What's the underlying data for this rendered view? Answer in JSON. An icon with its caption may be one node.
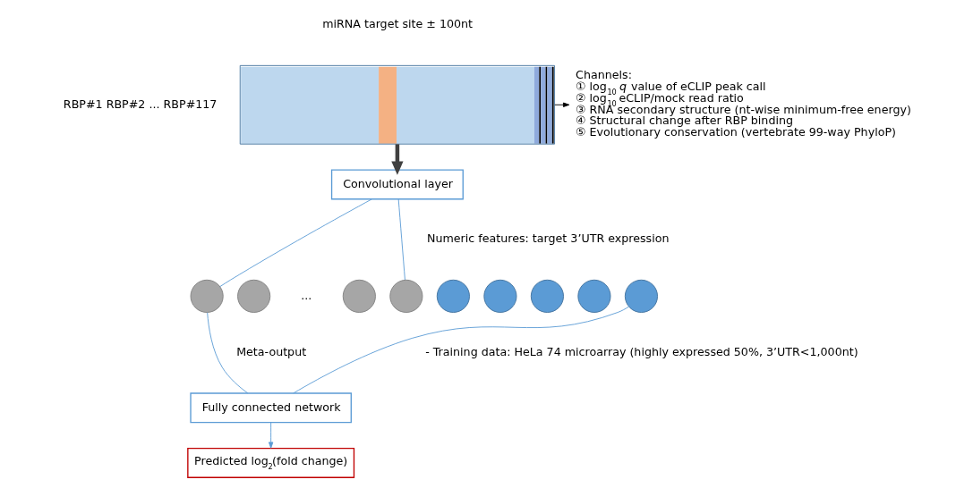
{
  "diagram": {
    "nodes": [
      {
        "text": [],
        "shape": "box",
        "beside": [
          "miRNA target site ± 100nt",
          "RBP#1 RBP#2 ... RBP#117"
        ]
      },
      {
        "text": [
          "Channels:",
          "① log$_{10}$ *q* value of eCLIP peak call",
          "② log$_{10}$ eCLIP/mock read ratio",
          "③ RNA secondary structure (nt-wise minimum-free energy)",
          "④ Structural change after RBP binding",
          "⑤ Evolutionary conservation (vertebrate 99-way PhyloP)"
        ]
      },
      {
        "text": [
          "Convolutional layer"
        ]
      },
      {
        "text": [],
        "shape": "circle"
      },
      {
        "text": [],
        "shape": "circle"
      },
      {
        "text": [],
        "shape": "circle"
      },
      {
        "text": [],
        "shape": "circle"
      },
      {
        "text": [],
        "shape": "circle"
      },
      {
        "text": [],
        "shape": "circle"
      },
      {
        "text": [],
        "shape": "circle"
      },
      {
        "text": [],
        "shape": "circle"
      },
      {
        "text": [],
        "shape": "circle"
      },
      {
        "text": [
          "Fully connected network"
        ]
      },
      {
        "text": [
          "Predicted log$_{2}$(fold change)"
        ]
      }
    ],
    "edges": [
      {
        "from": 0,
        "to": 1,
        "arrow": "to",
        "color": "#000000"
      },
      {
        "from": 0,
        "to": 2,
        "arrow": "to",
        "style": "thick",
        "color": "#404040"
      },
      {
        "from": 2,
        "to": 3,
        "arrow": "none"
      },
      {
        "from": 2,
        "to": 6,
        "arrow": "none"
      },
      {
        "from": 3,
        "to": 12,
        "arrow": "none"
      },
      {
        "from": 11,
        "to": 12,
        "arrow": "none"
      },
      {
        "from": 12,
        "to": 13,
        "arrow": "to"
      }
    ],
    "labels": [
      "Numeric features: target 3’UTR expression",
      "...",
      "Meta-output",
      "- Training data: HeLa 74 microarray (highly expressed 50%, 3’UTR<1,000nt)"
    ]
  }
}
